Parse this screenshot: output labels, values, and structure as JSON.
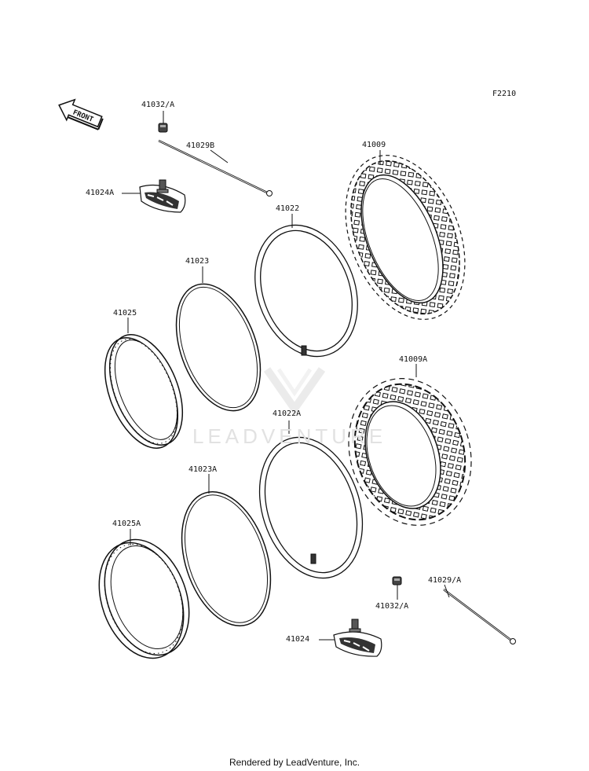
{
  "diagram_code": "F2210",
  "front_label": "FRONT",
  "watermark": "LEADVENTURE",
  "footer": "Rendered by LeadVenture, Inc.",
  "parts": {
    "p41032A_top": "41032/A",
    "p41029B": "41029B",
    "p41024A": "41024A",
    "p41009": "41009",
    "p41022": "41022",
    "p41023": "41023",
    "p41025": "41025",
    "p41009A": "41009A",
    "p41022A": "41022A",
    "p41023A": "41023A",
    "p41025A": "41025A",
    "p41029A": "41029/A",
    "p41032A_bottom": "41032/A",
    "p41024": "41024"
  }
}
